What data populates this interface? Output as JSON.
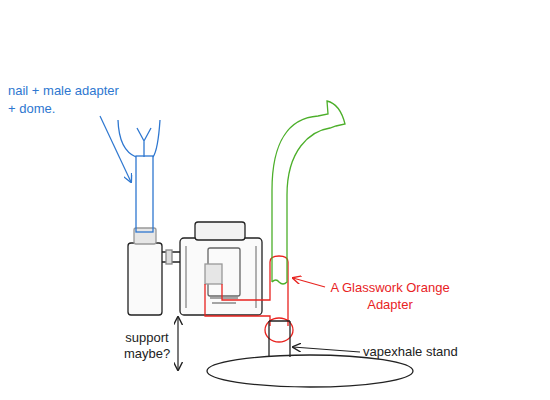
{
  "diagram": {
    "labels": [
      "nail + male adapter + dome.",
      "A Glasswork Orange Adapter",
      "support maybe?",
      "vapexhale stand"
    ]
  }
}
